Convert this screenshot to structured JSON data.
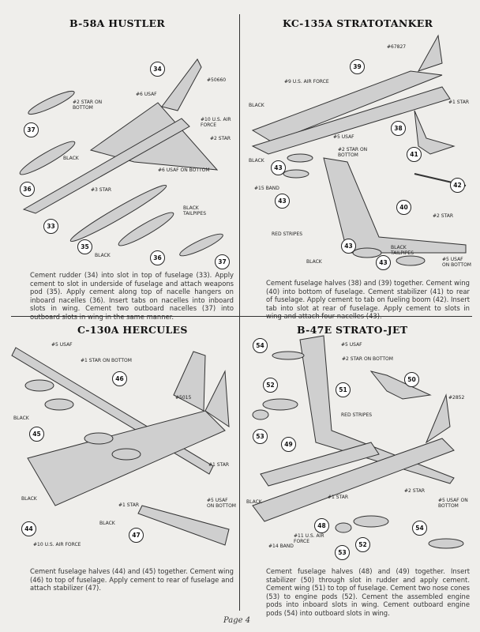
{
  "page_label": "Page 4",
  "panels": [
    {
      "title": "B-58A HUSTLER",
      "instructions": "Cement rudder (34) into slot in top of fuselage (33). Apply cement to slot in underside of fuselage and attach weapons pod (35). Apply cement along top of nacelle hangers on inboard nacelles (36). Insert tabs on nacelles into inboard slots in wing. Cement two outboard nacelles (37) into outboard slots in wing in the same manner.",
      "labels": [
        "#2 STAR ON\nBOTTOM",
        "#6 USAF",
        "#50660",
        "#10 U.S. AIR\nFORCE",
        "#2 STAR",
        "#6 USAF ON BOTTOM",
        "BLACK",
        "#3 STAR",
        "BLACK\nTAILPIPES",
        "BLACK"
      ],
      "parts": [
        "34",
        "37",
        "36",
        "33",
        "35",
        "36",
        "37"
      ]
    },
    {
      "title": "KC-135A STRATOTANKER",
      "instructions": "Cement fuselage halves (38) and (39) together. Cement wing (40) into bottom of fuselage. Cement stabilizer (41) to rear of fuselage. Apply cement to tab on fueling boom (42). Insert tab into slot at rear of fuselage. Apply cement to slots in wing and attach four nacelles (43).",
      "labels": [
        "#67827",
        "#9 U.S. AIR FORCE",
        "#1 STAR",
        "BLACK",
        "#5 USAF",
        "#2 STAR ON\nBOTTOM",
        "BLACK",
        "#15 BAND",
        "#2 STAR",
        "RED STRIPES",
        "BLACK\nTAILPIPES",
        "BLACK",
        "#5 USAF\nON BOTTOM"
      ],
      "parts": [
        "39",
        "38",
        "41",
        "42",
        "43",
        "43",
        "40",
        "43",
        "43"
      ]
    },
    {
      "title": "C-130A HERCULES",
      "instructions": "Cement fuselage halves (44) and (45) together. Cement wing (46) to top of fuselage. Apply cement to rear of fuselage and attach stabilizer (47).",
      "labels": [
        "#5 USAF",
        "#1 STAR ON BOTTOM",
        "#5015",
        "BLACK",
        "#1 STAR",
        "BLACK",
        "#1 STAR",
        "BLACK",
        "#5 USAF\nON BOTTOM",
        "#10 U.S. AIR FORCE"
      ],
      "parts": [
        "46",
        "45",
        "44",
        "47"
      ]
    },
    {
      "title": "B-47E STRATO-JET",
      "instructions": "Cement fuselage halves (48) and (49) together. Insert stabilizer (50) through slot in rudder and apply cement. Cement wing (51) to top of fuselage. Cement two nose cones (53) to engine pods (52). Cement the assembled engine pods into inboard slots in wing. Cement outboard engine pods (54) into outboard slots in wing.",
      "labels": [
        "#5 USAF",
        "#2 STAR ON BOTTOM",
        "#2852",
        "RED STRIPES",
        "BLACK",
        "#1 STAR",
        "#2 STAR",
        "#5 USAF ON BOTTOM",
        "#14 BAND",
        "#11 U.S. AIR\nFORCE"
      ],
      "parts": [
        "54",
        "52",
        "51",
        "50",
        "53",
        "49",
        "48",
        "53",
        "52",
        "54"
      ]
    }
  ]
}
